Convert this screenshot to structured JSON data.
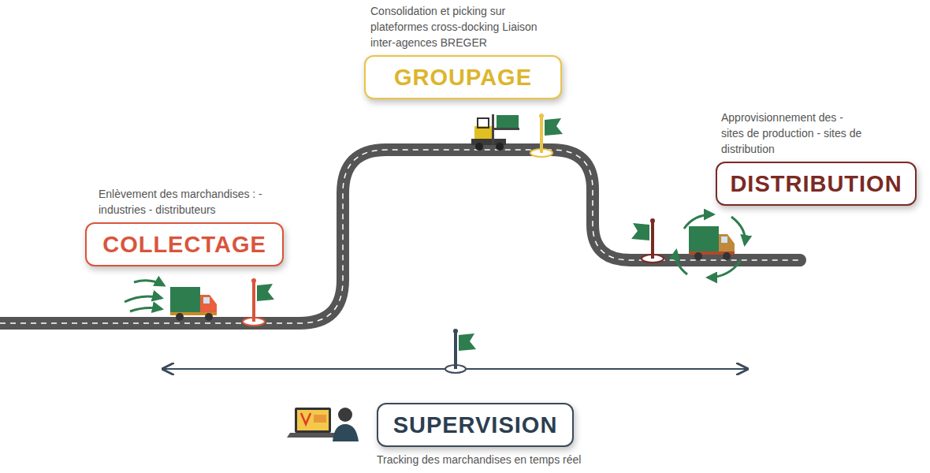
{
  "diagram": {
    "nodes": [
      {
        "text": [
          "COLLECTAGE",
          "Enlèvement des marchandises : - industries - distributeurs"
        ]
      },
      {
        "text": [
          "GROUPAGE",
          "Consolidation et picking sur plateformes cross-docking Liaison inter-agences BREGER"
        ]
      },
      {
        "text": [
          "DISTRIBUTION",
          "Approvisionnement des - sites de production - sites de distribution"
        ]
      },
      {
        "text": [
          "SUPERVISION",
          "Tracking des marchandises en temps réel"
        ]
      }
    ]
  }
}
